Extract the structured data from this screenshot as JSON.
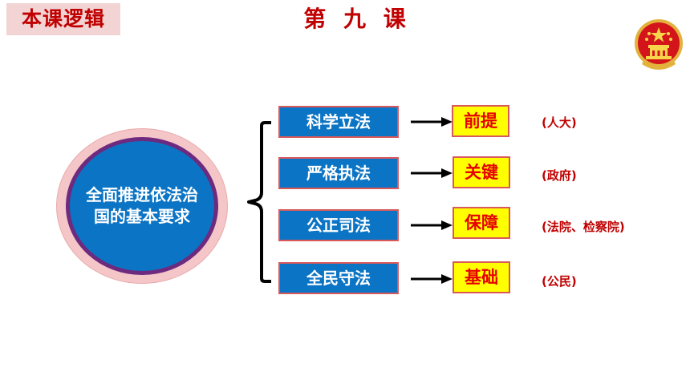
{
  "header": {
    "tag": "本课逻辑",
    "title": "第 九 课"
  },
  "center": {
    "label": "全面推进依法治国的基本要求"
  },
  "rows": [
    {
      "category": "科学立法",
      "role": "前提",
      "body": "(人大)"
    },
    {
      "category": "严格执法",
      "role": "关键",
      "body": "(政府)"
    },
    {
      "category": "公正司法",
      "role": "保障",
      "body": "(法院、检察院)"
    },
    {
      "category": "全民守法",
      "role": "基础",
      "body": "(公民)"
    }
  ],
  "colors": {
    "accent_red": "#c00000",
    "box_blue": "#0b74c4",
    "highlight_yellow": "#ffff00",
    "ring_pink": "#f4c6c8"
  },
  "icons": {
    "emblem": "national-emblem-icon"
  }
}
